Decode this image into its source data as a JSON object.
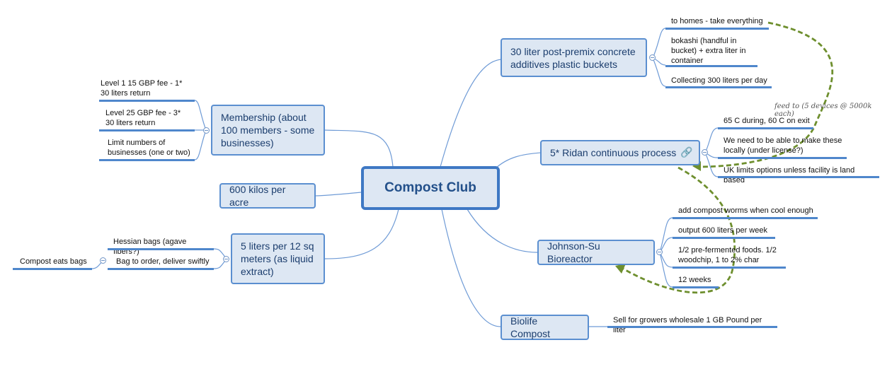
{
  "central": {
    "title": "Compost Club"
  },
  "topics": {
    "buckets": {
      "label": "30 liter post-premix concrete additives plastic buckets",
      "items": [
        "to homes - take everything",
        "bokashi (handful in bucket) + extra liter in container",
        "Collecting 300 liters per day"
      ]
    },
    "ridan": {
      "label": "5* Ridan continuous process",
      "items": [
        "65 C during, 60 C on exit",
        "We need to be able to make these locally (under license?)",
        "UK limits options unless facility is land based"
      ]
    },
    "johnson": {
      "label": "Johnson-Su Bioreactor",
      "items": [
        "add compost worms when cool enough",
        "output 600 liters per week",
        "1/2 pre-fermented foods. 1/2 woodchip, 1 to 2% char",
        "12 weeks"
      ]
    },
    "biolife": {
      "label": "Biolife Compost",
      "items": [
        "Sell for growers wholesale 1 GB Pound per liter"
      ]
    },
    "membership": {
      "label": "Membership (about 100 members - some businesses)",
      "items": [
        "Level 1 15 GBP fee - 1* 30 liters return",
        "Level 25 GBP fee - 3* 30 liters return",
        "Limit numbers of businesses (one or two)"
      ]
    },
    "kilos": {
      "label": "600 kilos per acre"
    },
    "liters": {
      "label": "5 liters per 12 sq meters (as liquid extract)",
      "items": [
        "Hessian bags (agave fibers?)",
        "Bag to order, deliver swiftly"
      ],
      "subitems": [
        "Compost eats bags"
      ]
    }
  },
  "relationship": {
    "label": "feed to (5 devices @ 5000k each)"
  },
  "colors": {
    "node_fill": "#dde7f3",
    "node_border": "#5b8fd0",
    "relationship": "#6e8f2e"
  },
  "icons": {
    "link": "link-icon",
    "collapse": "collapse-toggle-icon"
  }
}
